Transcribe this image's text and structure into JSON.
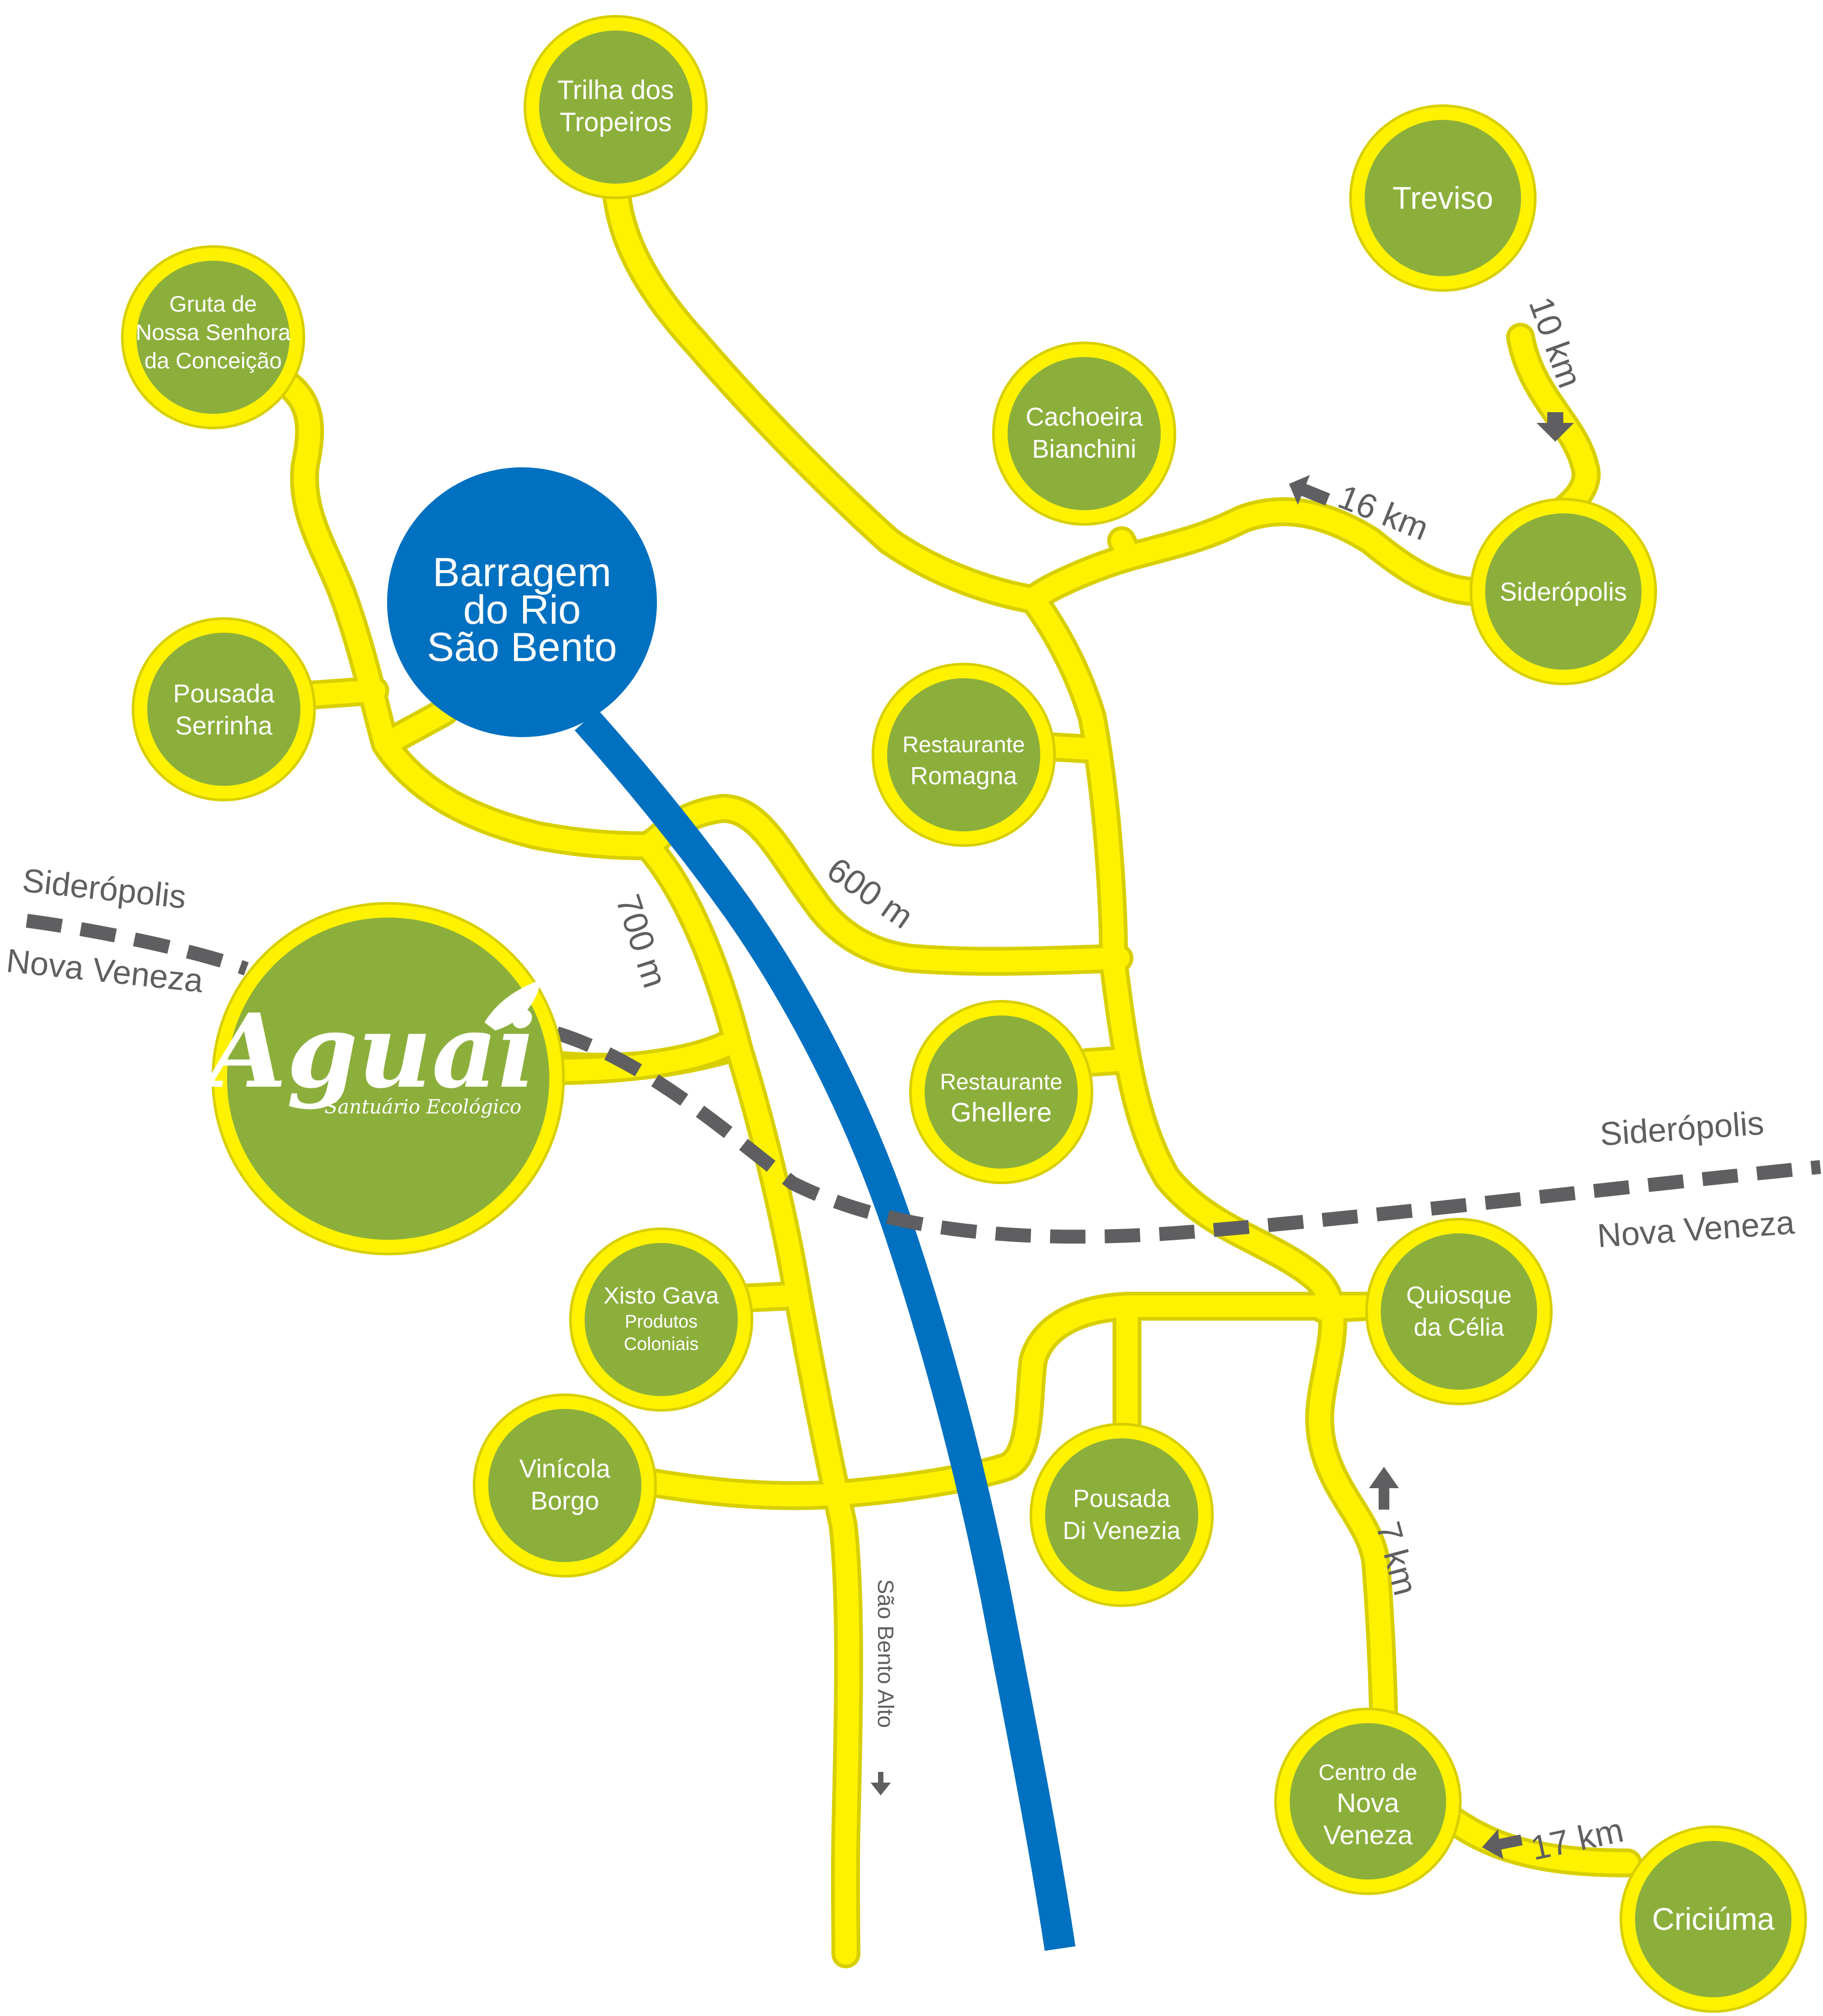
{
  "colors": {
    "road": "#fff200",
    "river": "#0070c0",
    "place_fill": "#8caf3c",
    "hub_fill": "#0070c0",
    "border_line": "#5f5f61",
    "text_gray": "#5f5f61"
  },
  "hub": {
    "lines": [
      "Barragem",
      "do Rio",
      "São Bento"
    ]
  },
  "logo": {
    "name": "Aguai",
    "subtitle": "Santuário Ecológico",
    "leaf_icon": "leaf-icon"
  },
  "places": {
    "trilha": [
      "Trilha dos",
      "Tropeiros"
    ],
    "treviso": [
      "Treviso"
    ],
    "gruta": [
      "Gruta de",
      "Nossa Senhora",
      "da Conceição"
    ],
    "cachoeira": [
      "Cachoeira",
      "Bianchini"
    ],
    "pousada_serrinha": [
      "Pousada",
      "Serrinha"
    ],
    "sideropolis": [
      "Siderópolis"
    ],
    "romagna": [
      "Restaurante",
      "Romagna"
    ],
    "ghellere": [
      "Restaurante",
      "Ghellere"
    ],
    "xisto": [
      "Xisto Gava",
      "Produtos",
      "Coloniais"
    ],
    "quiosque": [
      "Quiosque",
      "da Célia"
    ],
    "vinicola": [
      "Vinícola",
      "Borgo"
    ],
    "pousada_venezia": [
      "Pousada",
      "Di Venezia"
    ],
    "centro": [
      "Centro de",
      "Nova",
      "Veneza"
    ],
    "criciuma": [
      "Criciúma"
    ]
  },
  "distances": {
    "d10km": "10 km",
    "d16km": "16 km",
    "d600m": "600 m",
    "d700m": "700 m",
    "d7km": "7 km",
    "d17km": "17 km"
  },
  "borders": {
    "west_north": "Siderópolis",
    "west_south": "Nova Veneza",
    "east_north": "Siderópolis",
    "east_south": "Nova Veneza"
  },
  "roads": {
    "sao_bento_alto": "São Bento Alto"
  }
}
